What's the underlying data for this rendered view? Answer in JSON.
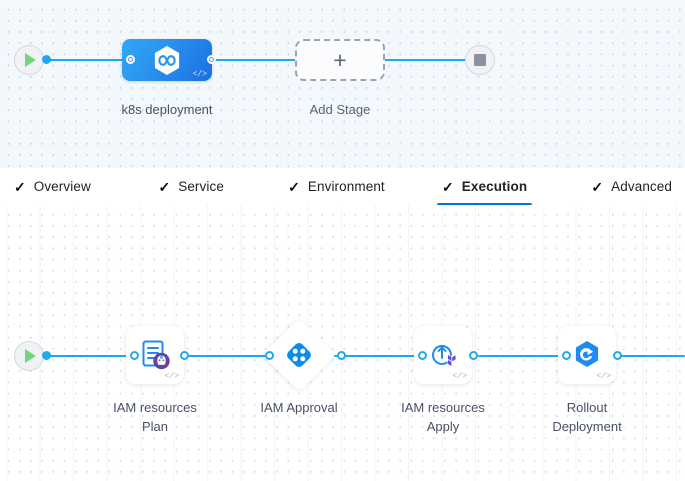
{
  "stage_canvas": {
    "start_node": {
      "icon": "play-icon"
    },
    "end_node": {
      "icon": "stop-icon"
    },
    "stage": {
      "label": "k8s deployment",
      "icon": "harness-hexagon-icon",
      "code_badge": "</>",
      "color_start": "#31a8f5",
      "color_end": "#1b6fe0"
    },
    "add_stage": {
      "label": "Add Stage",
      "plus": "+"
    }
  },
  "tabs": {
    "items": [
      {
        "label": "Overview",
        "check": "✓",
        "active": false
      },
      {
        "label": "Service",
        "check": "✓",
        "active": false
      },
      {
        "label": "Environment",
        "check": "✓",
        "active": false
      },
      {
        "label": "Execution",
        "check": "✓",
        "active": true
      },
      {
        "label": "Advanced",
        "check": "✓",
        "active": false
      }
    ],
    "active_underline_color": "#0278d5"
  },
  "execution_canvas": {
    "start_node": {
      "icon": "play-icon"
    },
    "steps": [
      {
        "label": "IAM resources\nPlan",
        "icon": "terraform-plan-document-icon",
        "code_badge": "</>",
        "shape": "card"
      },
      {
        "label": "IAM Approval",
        "icon": "harness-approval-diamond-icon",
        "shape": "diamond",
        "color": "#0b8ce8"
      },
      {
        "label": "IAM resources\nApply",
        "icon": "terraform-apply-refresh-icon",
        "code_badge": "</>",
        "shape": "card"
      },
      {
        "label": "Rollout\nDeployment",
        "icon": "argo-rollout-hexagon-icon",
        "code_badge": "</>",
        "shape": "card"
      }
    ]
  },
  "colors": {
    "wire": "#1fa8f2",
    "canvas_top_bg": "#f3f8fd",
    "canvas_bottom_bg": "#ffffff",
    "label_text": "#4a5163",
    "terraform_purple": "#5c4ee5",
    "badge_purple": "#6b3fa0"
  }
}
